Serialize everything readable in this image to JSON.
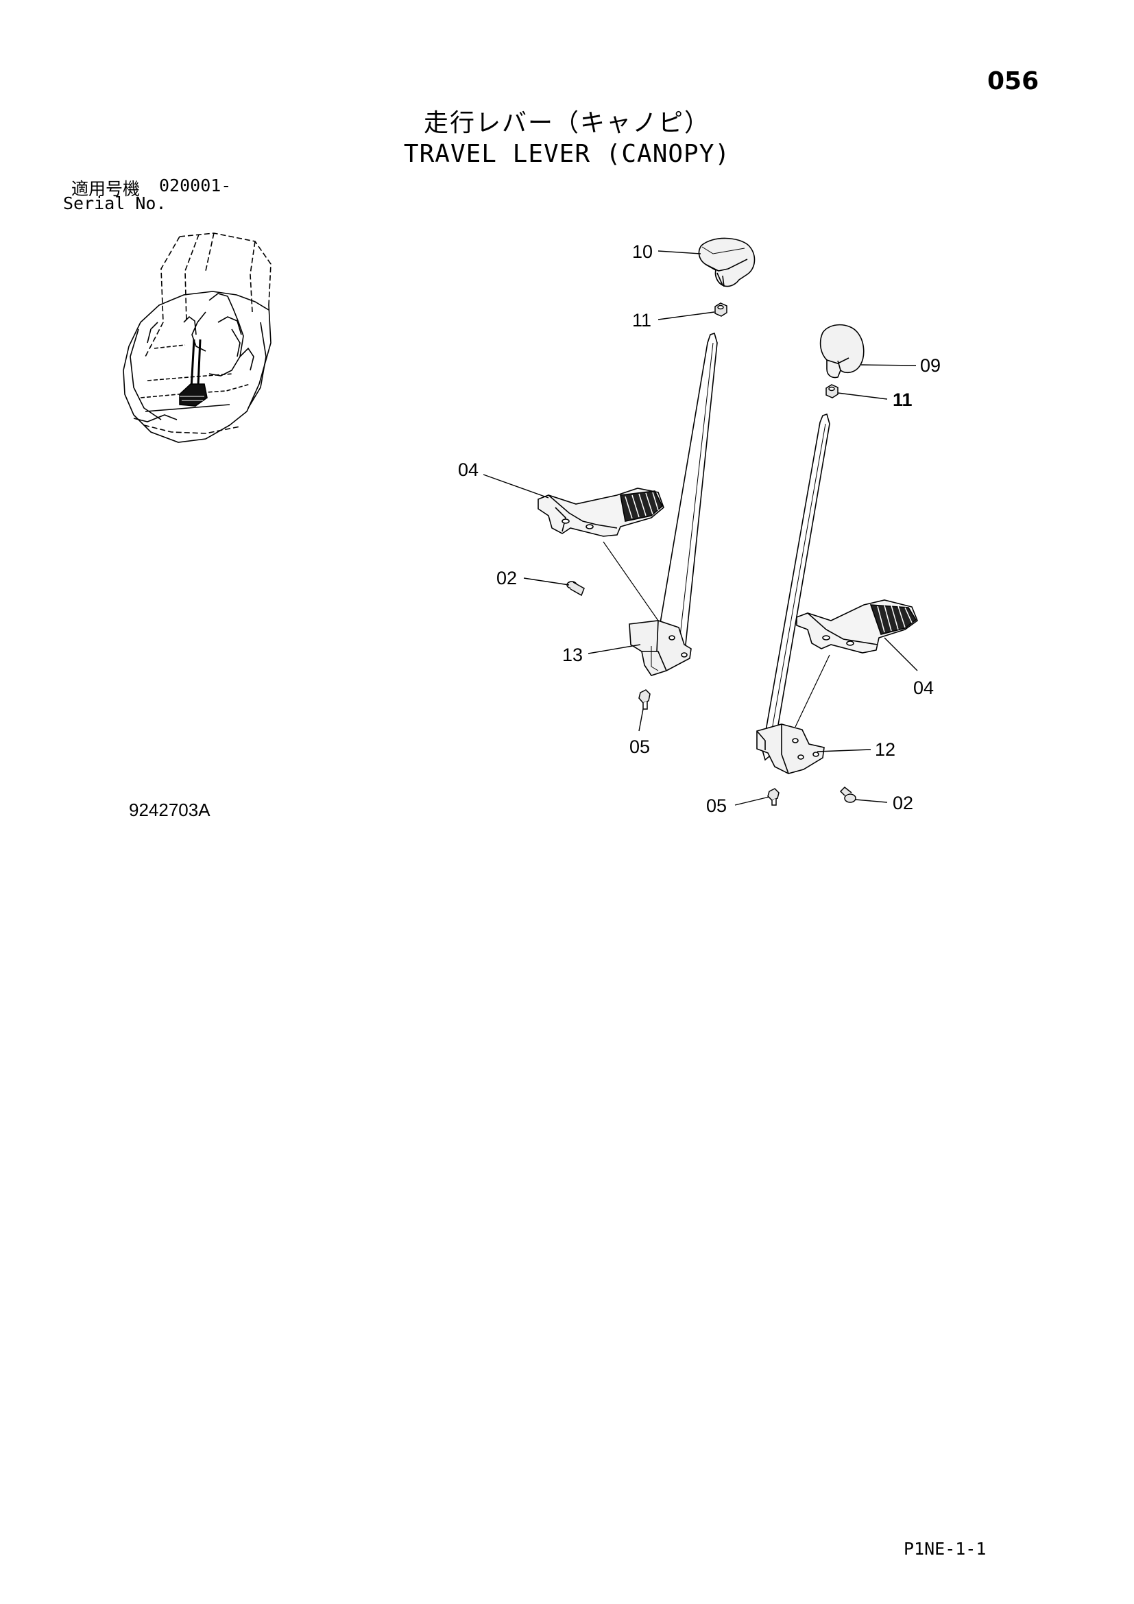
{
  "page_number": "056",
  "title_jp": "走行レバー（キャノピ）",
  "title_en": "TRAVEL LEVER (CANOPY)",
  "serial": {
    "label_jp": "適用号機",
    "value": "020001-",
    "label_en": "Serial No."
  },
  "drawing_number": "9242703A",
  "footer_code": "P1NE-1-1",
  "callouts": {
    "c10": "10",
    "c11a": "11",
    "c09": "09",
    "c11b": "11",
    "c04a": "04",
    "c02a": "02",
    "c13": "13",
    "c05a": "05",
    "c04b": "04",
    "c12": "12",
    "c05b": "05",
    "c02b": "02"
  }
}
